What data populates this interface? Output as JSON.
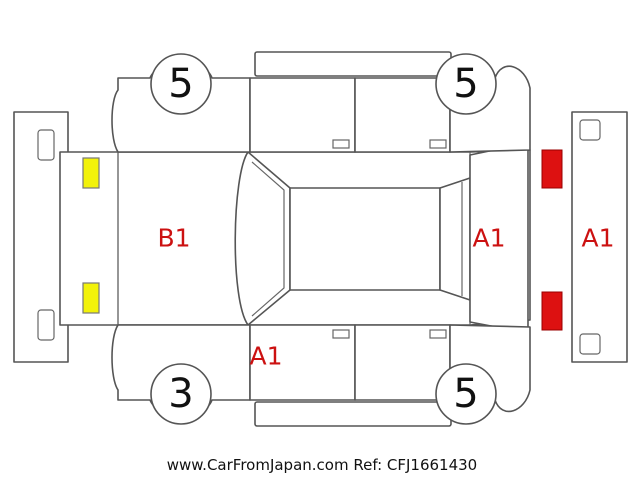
{
  "colors": {
    "line": "#555555",
    "code_text": "#cc1111",
    "headlight_fill": "#f2f20a",
    "taillight_fill": "#dd1111"
  },
  "tires": {
    "front_left": "5",
    "rear_left": "5",
    "front_right": "3",
    "rear_right": "5"
  },
  "damage_codes": {
    "hood": "B1",
    "front_right_fender": "A1",
    "rear_glass": "A1",
    "rear_bumper": "A1"
  },
  "footer": "www.CarFromJapan.com Ref: CFJ1661430"
}
